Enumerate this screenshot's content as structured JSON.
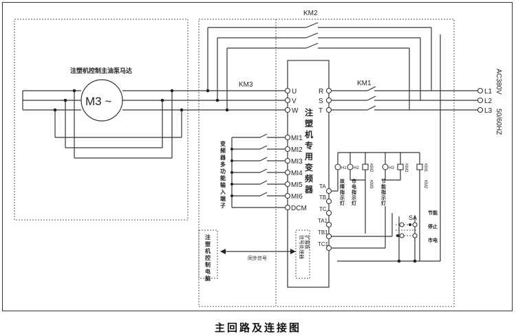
{
  "caption": "主回路及连接图",
  "motor": {
    "title": "注塑机控制主油泵马达",
    "label": "M3 ~"
  },
  "contactors": {
    "km1": "KM1",
    "km2": "KM2",
    "km3": "KM3"
  },
  "supply": {
    "phases": [
      "L1",
      "L2",
      "L3"
    ],
    "voltage": "AC380V",
    "frequency": "50/60HZ"
  },
  "inverter": {
    "title": [
      "注",
      "塑",
      "机",
      "专",
      "用",
      "变",
      "频",
      "器"
    ],
    "output_terminals": [
      "U",
      "V",
      "W"
    ],
    "input_terminals": [
      "R",
      "S",
      "T"
    ],
    "multi_inputs": [
      "MI1",
      "MI2",
      "MI3",
      "MI4",
      "MI5",
      "MI6",
      "DCM"
    ],
    "relay_terminals": [
      "TA",
      "TB",
      "TC",
      "TA1",
      "TB1",
      "TC1"
    ]
  },
  "multi_input_label": [
    "变",
    "频",
    "器",
    "多",
    "功",
    "能",
    "输",
    "入",
    "端",
    "子"
  ],
  "lamps": [
    {
      "id": "H1",
      "label": [
        "故",
        "障",
        "指",
        "示",
        "灯"
      ]
    },
    {
      "id": "H2",
      "label": [
        "市",
        "电",
        "指",
        "示",
        "灯"
      ]
    },
    {
      "id": "H3",
      "label": [
        "节",
        "能",
        "指",
        "示",
        "灯"
      ]
    }
  ],
  "coils": [
    "KM2",
    "KM3",
    "KM1"
  ],
  "interlocks": [
    "KM3",
    "KM2"
  ],
  "selector": {
    "name": "SA",
    "positions": [
      "节能",
      "停止",
      "市电"
    ]
  },
  "controller": {
    "label": [
      "注",
      "塑",
      "机",
      "控",
      "制",
      "电",
      "脑"
    ]
  },
  "sync_signal": "同步信号",
  "expansion": {
    "board": "扩展板",
    "processor": "信号处理器"
  }
}
